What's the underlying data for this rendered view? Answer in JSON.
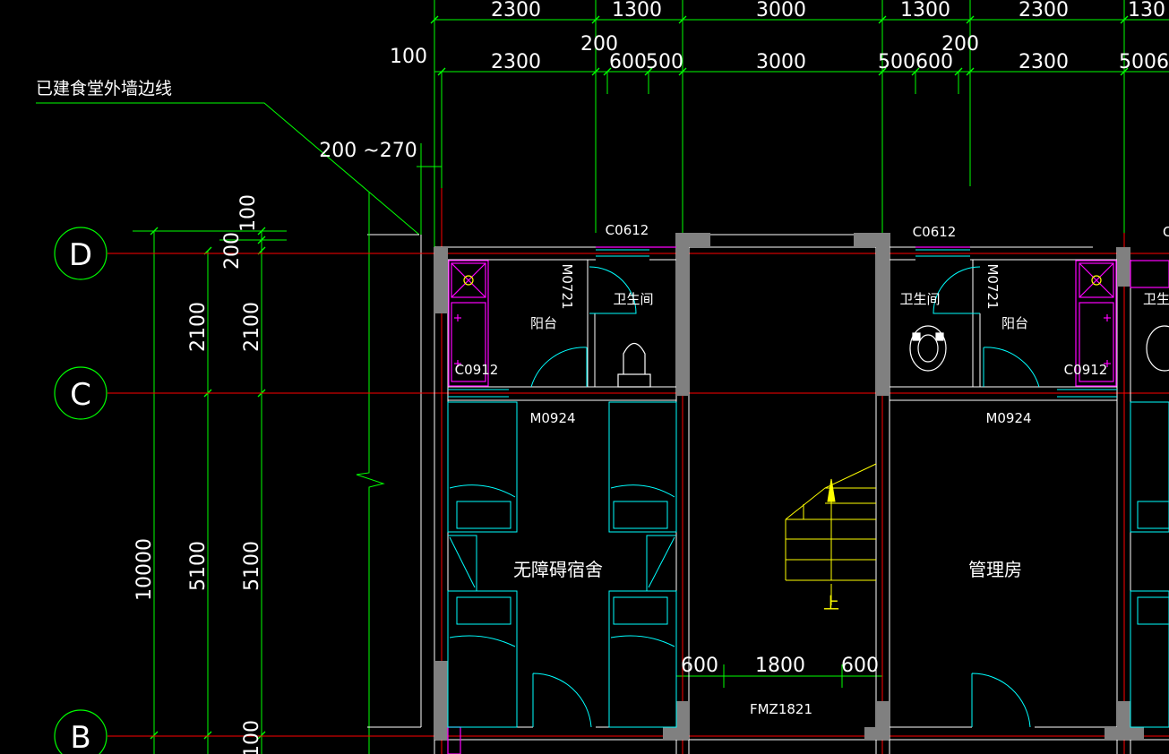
{
  "colors": {
    "background": "#000000",
    "dimension": "#00ff00",
    "axis": "#ff0000",
    "wall": "#ffffff",
    "column": "#808080",
    "annotation": "#ffffff",
    "fixture": "#ff00ff",
    "door": "#00ffff",
    "stair": "#ffff00"
  },
  "dimensions": {
    "top_row_1": [
      "2300",
      "1300",
      "3000",
      "1300",
      "2300",
      "130"
    ],
    "top_row_2": [
      "2300",
      "600",
      "500",
      "3000",
      "500",
      "600",
      "2300",
      "5006"
    ],
    "extra_200_left": "200",
    "extra_200_right": "200",
    "left_100": "100",
    "wall_offset": "200 ~270",
    "left_col_1": [
      "10000"
    ],
    "left_col_2": [
      "2100",
      "5100"
    ],
    "left_col_3": [
      "100",
      "200",
      "2100",
      "5100",
      "100"
    ],
    "stair_bottom": [
      "600",
      "1800",
      "600"
    ]
  },
  "grid_axes": [
    "D",
    "C",
    "B"
  ],
  "note_existing_wall": "已建食堂外墙边线",
  "labels": {
    "window_c0612_left": "C0612",
    "window_c0612_right": "C0612",
    "window_c0912_left": "C0912",
    "window_c0912_right": "C0912",
    "window_c_edge": "C",
    "door_m0721_left": "M0721",
    "door_m0721_right": "M0721",
    "door_m0924_left": "M0924",
    "door_m0924_right": "M0924",
    "door_fmz1821": "FMZ1821",
    "room_bathroom_left": "卫生间",
    "room_bathroom_right": "卫生间",
    "room_bathroom_edge": "卫生",
    "room_balcony_left": "阳台",
    "room_balcony_right": "阳台",
    "room_dorm": "无障碍宿舍",
    "room_management": "管理房",
    "stair_up": "上"
  }
}
